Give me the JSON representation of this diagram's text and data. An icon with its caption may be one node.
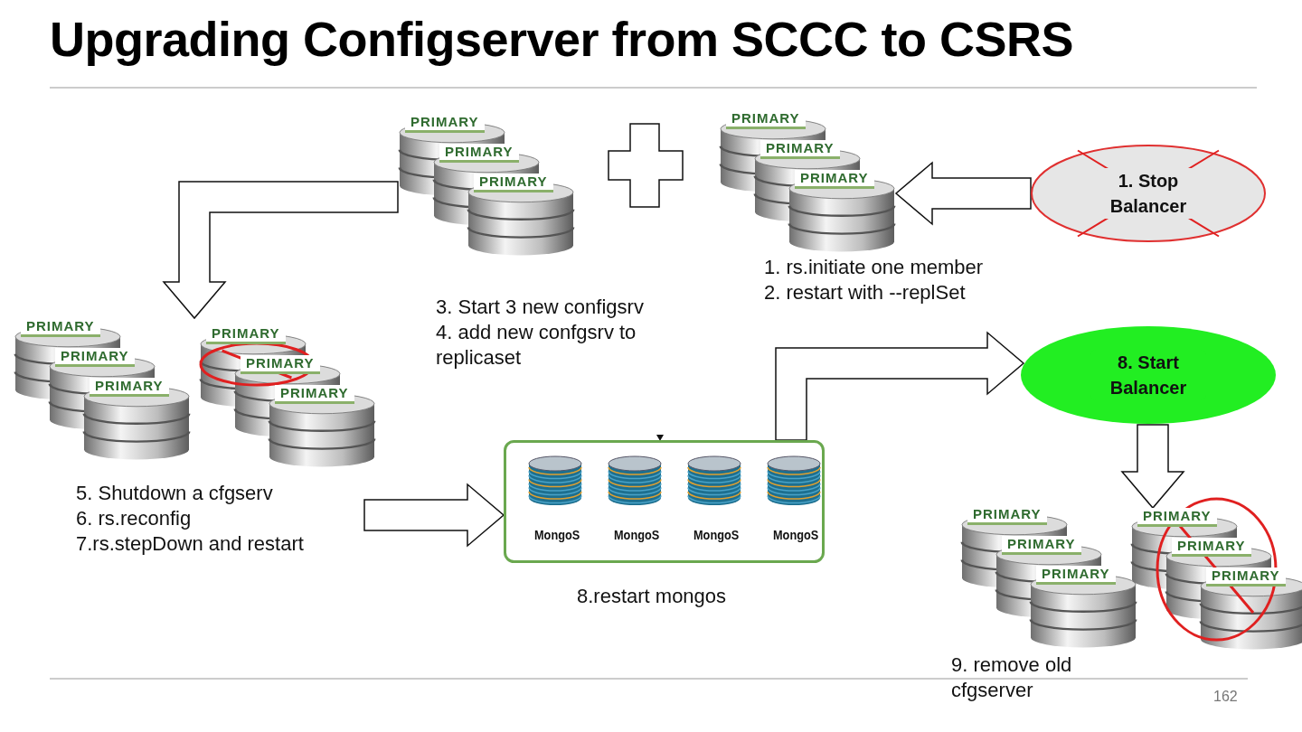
{
  "diagram": {
    "title": "Upgrading Configserver from SCCC to CSRS",
    "nodes": [
      {
        "text": [
          "1. Stop Balancer"
        ]
      },
      {
        "text": [
          "PRIMARY",
          "PRIMARY",
          "PRIMARY"
        ],
        "beside": [
          "1. rs.initiate one member",
          "2. restart with --replSet"
        ]
      },
      {
        "text": [
          "PRIMARY",
          "PRIMARY",
          "PRIMARY"
        ],
        "beside": [
          "3. Start 3 new configsrv",
          "4. add new confgsrv to replicaset"
        ]
      },
      {
        "text": [
          "PRIMARY",
          "PRIMARY",
          "PRIMARY"
        ]
      },
      {
        "text": [
          "PRIMARY",
          "PRIMARY",
          "PRIMARY"
        ],
        "beside": [
          "5. Shutdown a cfgserv",
          "6. rs.reconfig",
          "7.rs.stepDown and restart"
        ]
      },
      {
        "text": [
          "MongoS",
          "MongoS",
          "MongoS",
          "MongoS"
        ],
        "beside": [
          "8.restart mongos"
        ]
      },
      {
        "text": [
          "8. Start Balancer"
        ]
      },
      {
        "text": [
          "PRIMARY",
          "PRIMARY",
          "PRIMARY"
        ],
        "beside": [
          "9. remove old cfgserver"
        ]
      },
      {
        "text": [
          "PRIMARY",
          "PRIMARY",
          "PRIMARY"
        ]
      }
    ],
    "edges": [
      {
        "from": 0,
        "to": 1,
        "arrow": "to"
      },
      {
        "from": 2,
        "to": 3,
        "arrow": "to"
      },
      {
        "from": null,
        "to": 5,
        "arrow": "to"
      },
      {
        "from": 5,
        "to": 6,
        "arrow": "to"
      },
      {
        "from": 6,
        "to": 8,
        "arrow": "to"
      }
    ],
    "labels": [
      "162"
    ]
  }
}
